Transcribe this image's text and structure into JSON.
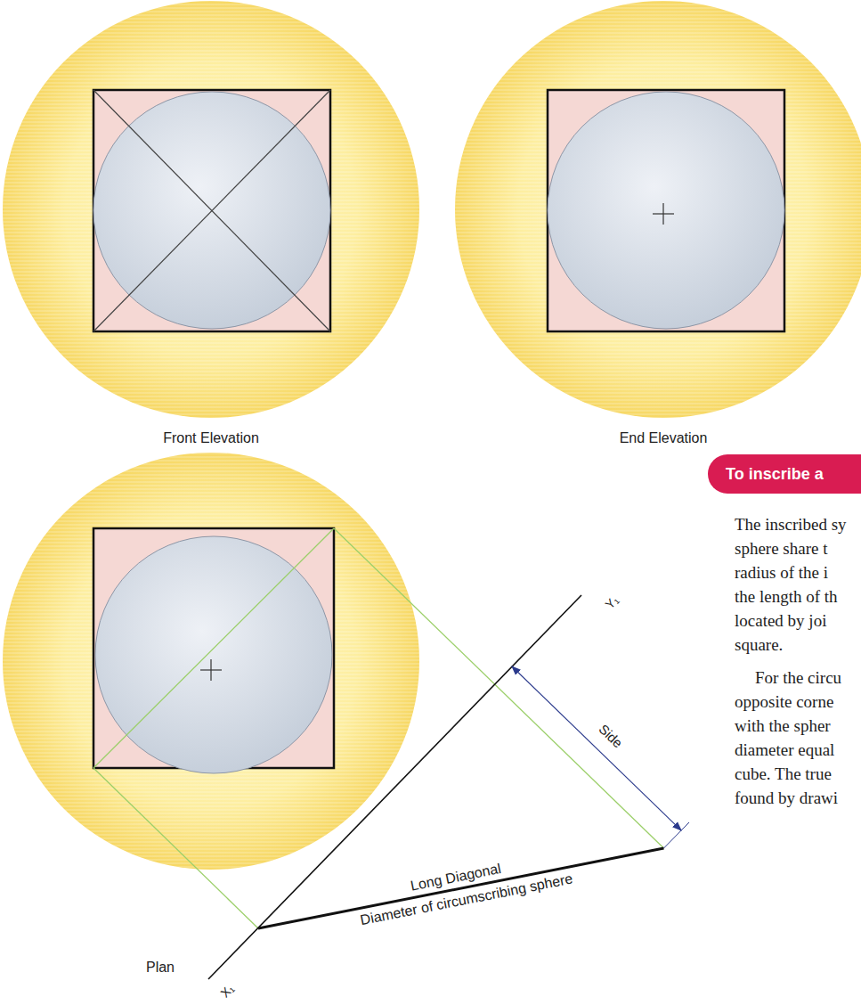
{
  "diagram": {
    "nodes": [
      {
        "text": [
          "To inscribe a"
        ]
      }
    ],
    "labels": [
      "Front Elevation",
      "End Elevation",
      "Plan",
      "Side",
      "Y₁",
      "X₁",
      "Long Diagonal",
      "Diameter of circumscribing sphere",
      "The inscribed sy",
      "sphere share t",
      "radius of the i",
      "the length of th",
      "located by joi",
      "square.",
      "For the circu",
      "opposite corne",
      "with the spher",
      "diameter equal",
      "cube. The true",
      "found by drawi"
    ]
  }
}
